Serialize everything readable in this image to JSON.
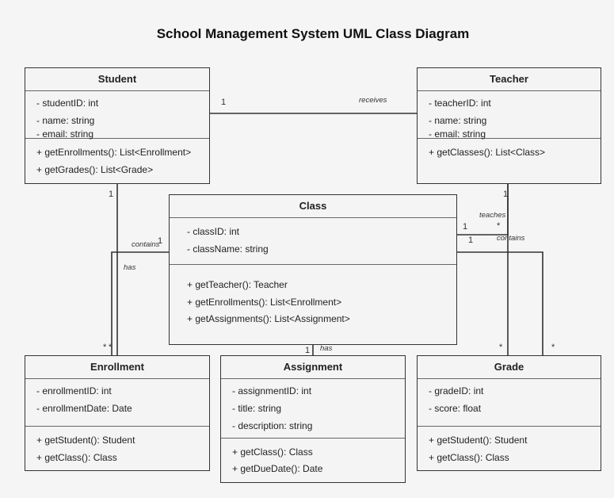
{
  "title": "School Management System UML Class Diagram",
  "classes": {
    "student": {
      "name": "Student",
      "attributes": [
        "- studentID: int",
        "- name: string",
        "- email: string"
      ],
      "methods": [
        "+ getEnrollments(): List<Enrollment>",
        "+ getGrades(): List<Grade>"
      ]
    },
    "teacher": {
      "name": "Teacher",
      "attributes": [
        "- teacherID: int",
        "- name: string",
        "- email: string"
      ],
      "methods": [
        "+ getClasses(): List<Class>"
      ]
    },
    "class": {
      "name": "Class",
      "attributes": [
        "- classID: int",
        "- className: string"
      ],
      "methods": [
        "+ getTeacher(): Teacher",
        "+ getEnrollments(): List<Enrollment>",
        "+ getAssignments(): List<Assignment>"
      ]
    },
    "enrollment": {
      "name": "Enrollment",
      "attributes": [
        "- enrollmentID: int",
        "- enrollmentDate: Date"
      ],
      "methods": [
        "+ getStudent(): Student",
        "+ getClass(): Class"
      ]
    },
    "assignment": {
      "name": "Assignment",
      "attributes": [
        "- assignmentID: int",
        "- title: string",
        "- description: string"
      ],
      "methods": [
        "+ getClass(): Class",
        "+ getDueDate(): Date"
      ]
    },
    "grade": {
      "name": "Grade",
      "attributes": [
        "- gradeID: int",
        "- score: float"
      ],
      "methods": [
        "+ getStudent(): Student",
        "+ getClass(): Class"
      ]
    }
  },
  "relation_labels": {
    "receives": "receives",
    "teaches": "teaches",
    "contains_left": "contains",
    "contains_right": "contains",
    "has_left": "has",
    "has_assignment": "has"
  },
  "multiplicities": {
    "student_receives_1": "1",
    "student_has_1": "1",
    "class_contains_left_1": "1",
    "enrollment_contains": "*",
    "enrollment_has": "*",
    "teacher_teaches_1": "1",
    "class_teaches_star": "*",
    "class_teaches_1": "1",
    "class_contains_right_1": "1",
    "class_has_1": "1",
    "grade_receives": "*",
    "grade_contains": "*"
  },
  "colors": {
    "line": "#333333",
    "box_border": "#333333",
    "box_fill": "#f4f4f4"
  }
}
